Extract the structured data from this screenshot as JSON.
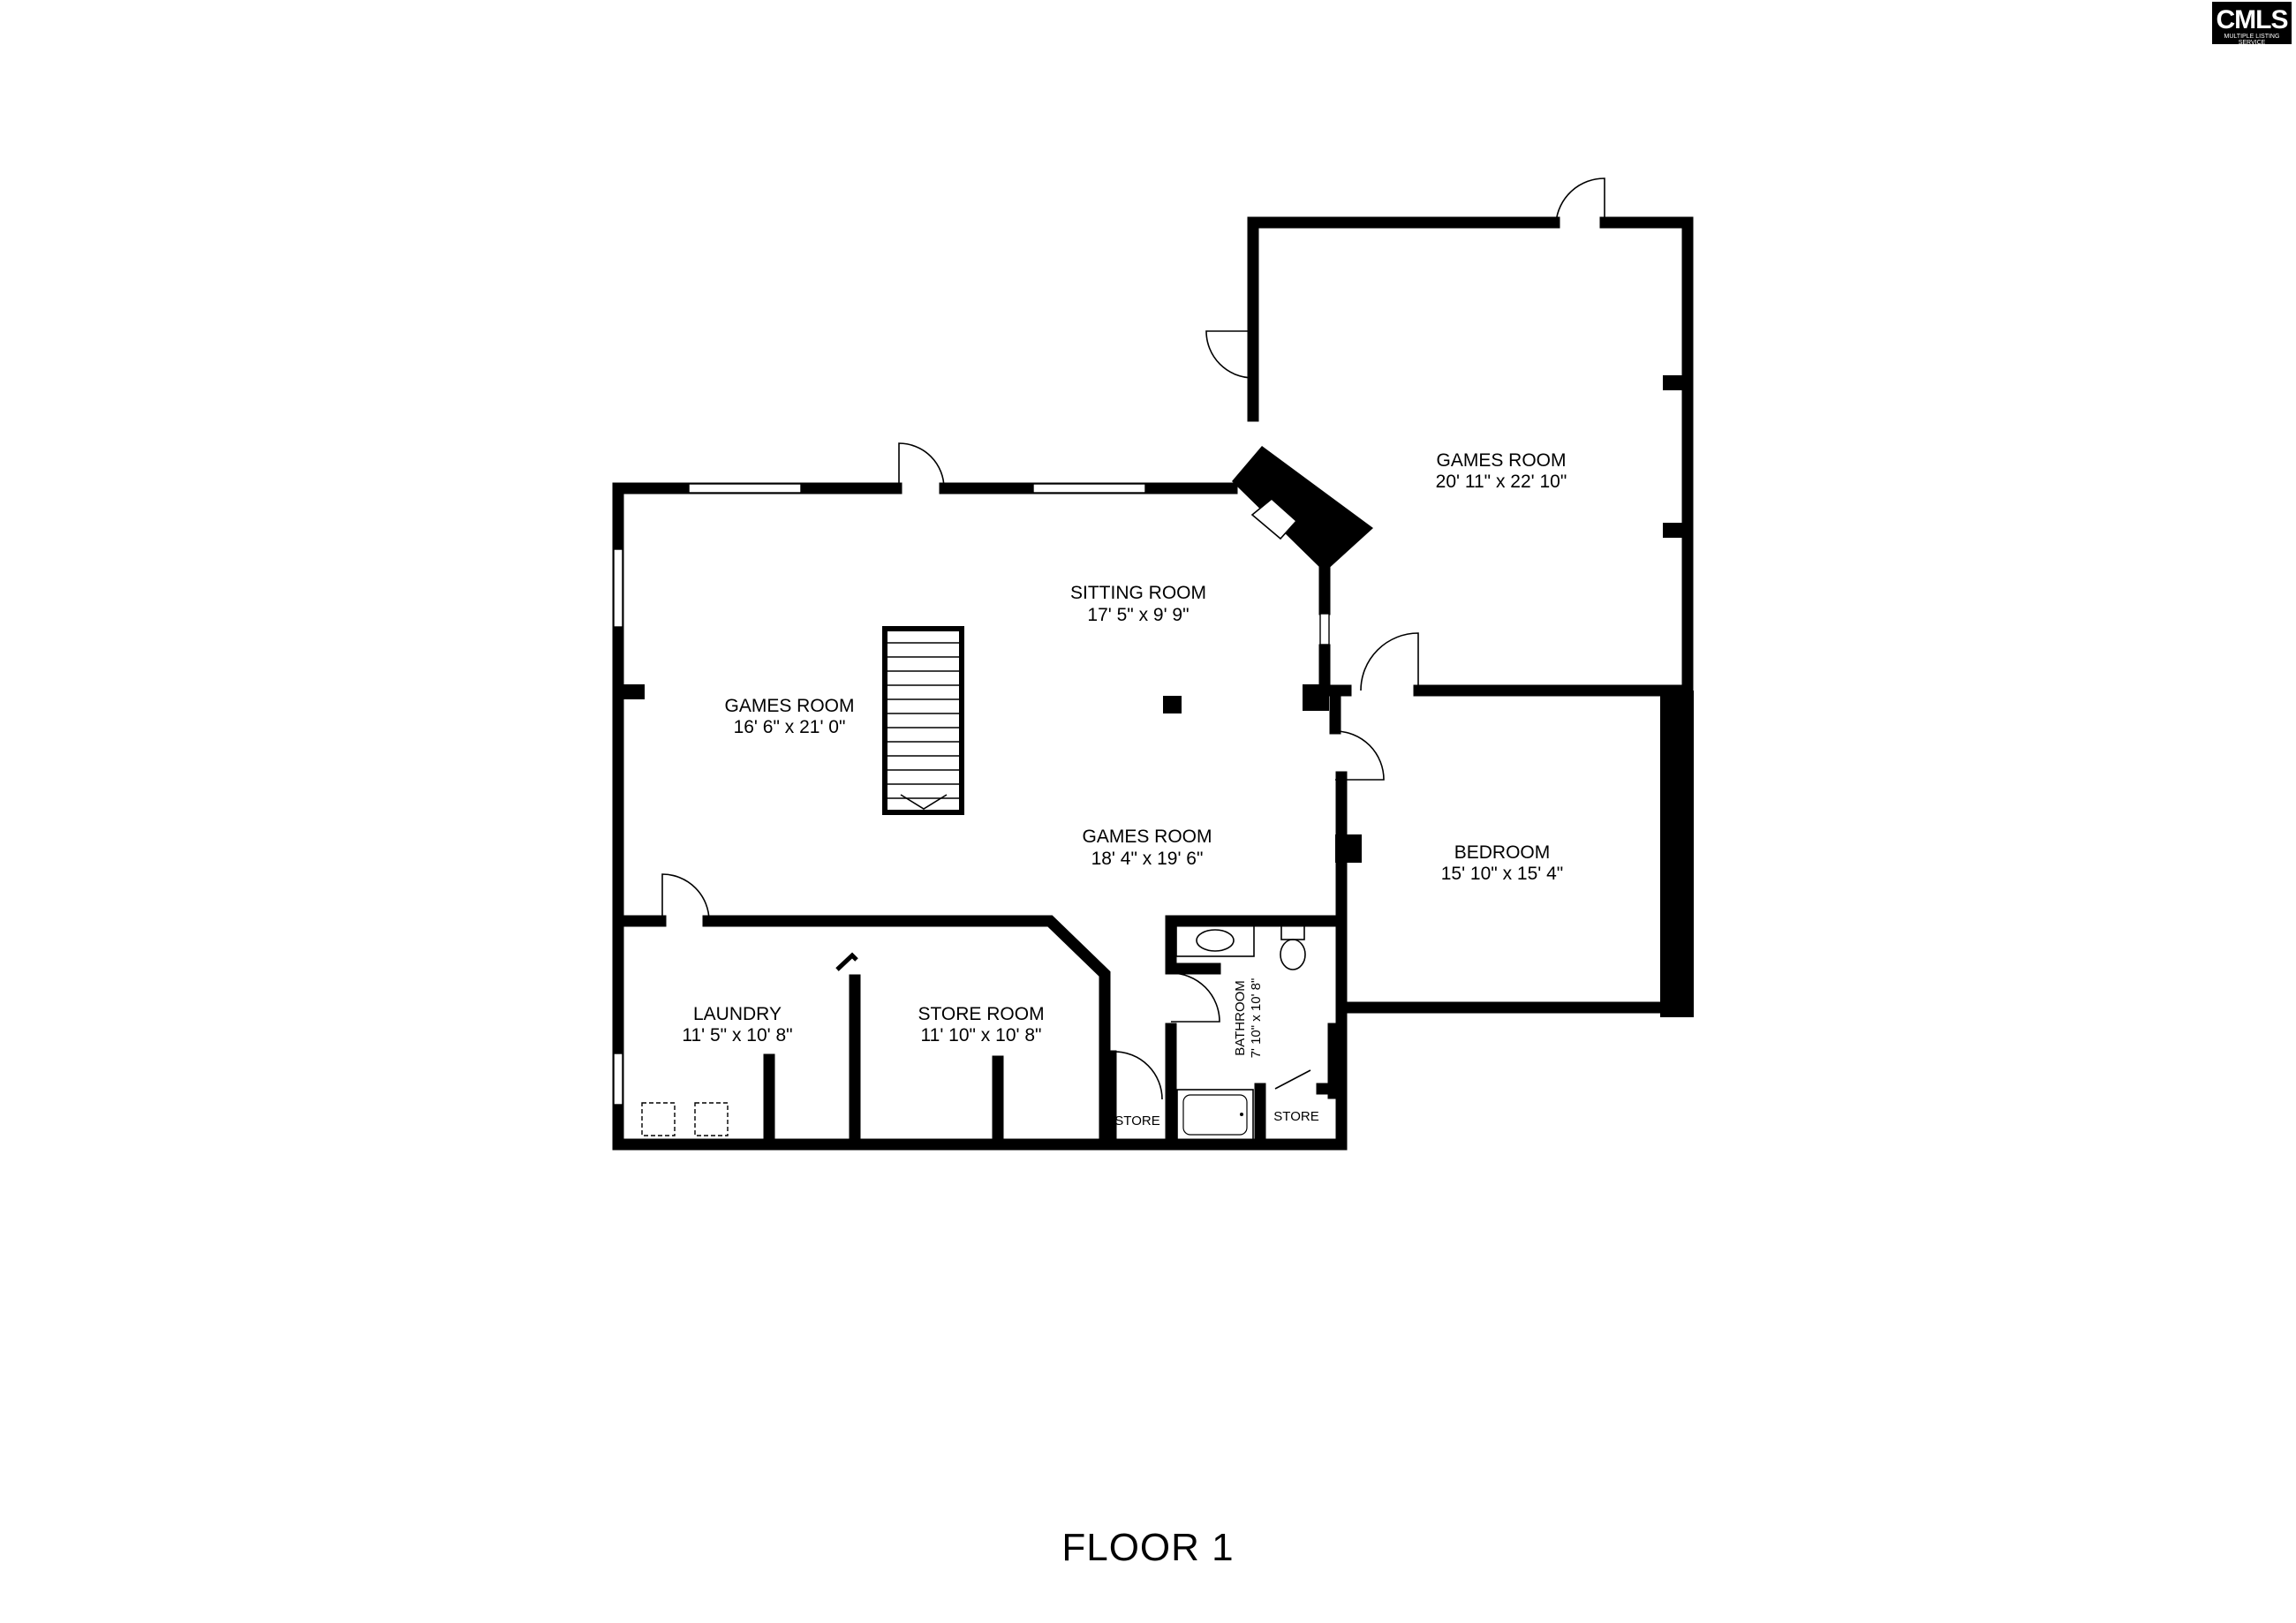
{
  "logo": {
    "text": "CMLS",
    "subtext": "MULTIPLE LISTING SERVICE"
  },
  "floor_title": "FLOOR 1",
  "rooms": [
    {
      "id": "games-room-ne",
      "name": "GAMES ROOM",
      "dims": "20' 11\" x 22' 10\""
    },
    {
      "id": "sitting-room",
      "name": "SITTING ROOM",
      "dims": "17' 5\" x 9' 9\""
    },
    {
      "id": "games-room-w",
      "name": "GAMES ROOM",
      "dims": "16' 6\" x 21' 0\""
    },
    {
      "id": "games-room-c",
      "name": "GAMES ROOM",
      "dims": "18' 4\" x 19' 6\""
    },
    {
      "id": "bedroom",
      "name": "BEDROOM",
      "dims": "15' 10\" x 15' 4\""
    },
    {
      "id": "laundry",
      "name": "LAUNDRY",
      "dims": "11' 5\" x 10' 8\""
    },
    {
      "id": "store-room",
      "name": "STORE ROOM",
      "dims": "11' 10\" x 10' 8\""
    },
    {
      "id": "bathroom",
      "name": "BATHROOM",
      "dims": "7' 10\" x 10' 8\""
    },
    {
      "id": "store-1",
      "name": "STORE"
    },
    {
      "id": "store-2",
      "name": "STORE"
    }
  ],
  "colors": {
    "wall": "#000000",
    "background": "#ffffff"
  }
}
